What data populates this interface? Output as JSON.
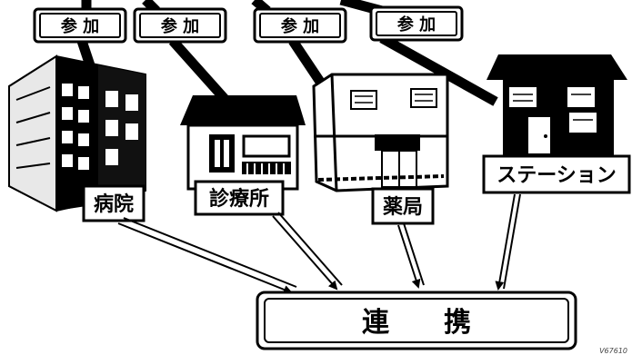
{
  "join_labels": [
    "参 加",
    "参 加",
    "参 加",
    "参 加"
  ],
  "facilities": {
    "hospital": "病院",
    "clinic": "診療所",
    "pharmacy": "薬局",
    "station": "ステーション"
  },
  "collaboration": "連　　携",
  "watermark": "V67610",
  "colors": {
    "ink": "#000000",
    "paper": "#ffffff",
    "fill_gray": "#e8e8e8"
  }
}
